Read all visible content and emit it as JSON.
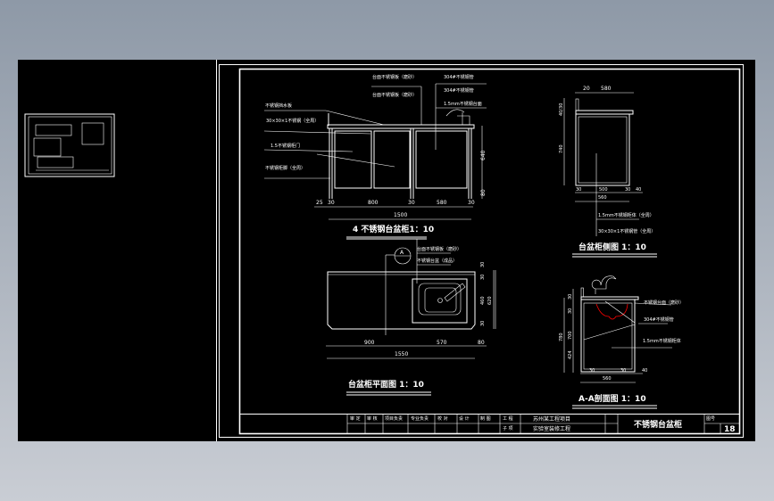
{
  "viewer": {
    "background_top": "#8e99a7",
    "background_bottom": "#c9cdd4",
    "canvas": "#000000",
    "line_color": "#ffffff",
    "highlight_color": "#ff0000"
  },
  "front_view": {
    "title": "4 不锈钢台盆柜1：10",
    "labels": [
      "不锈钢挡水板",
      "30×30×1不锈钢（全周）",
      "1.5不锈钢柜门",
      "不锈钢柜脚（全周）"
    ],
    "top_labels": [
      "台面不锈钢板（磨砂）",
      "台面不锈钢板（磨砂）",
      "304#不锈钢管",
      "304#不锈钢管",
      "1.5mm不锈钢台面"
    ],
    "dims": {
      "d1": "25",
      "d2": "30",
      "d3": "800",
      "d4": "30",
      "d5": "580",
      "d6": "30",
      "total": "1500",
      "h1": "640",
      "h2": "80"
    }
  },
  "side_view": {
    "title": "台盆柜侧图 1：10",
    "dims": {
      "top1": "20",
      "top2": "580",
      "left1": "40/30",
      "left2": "740",
      "b1": "30",
      "b2": "500",
      "b3": "30",
      "b4": "40",
      "total": "560"
    },
    "labels": [
      "1.5mm不锈钢柜体（全周）",
      "30×30×1不锈钢管（全周）"
    ]
  },
  "plan_view": {
    "title": "台盆柜平面图 1：10",
    "marker": "A",
    "labels": [
      "台面不锈钢板（磨砂）",
      "不锈钢台盆（成品）"
    ],
    "dims": {
      "d1": "900",
      "d2": "570",
      "d3": "80",
      "total": "1550",
      "r1": "30",
      "r2": "30",
      "r3": "460",
      "r4": "30",
      "rtotal": "620"
    }
  },
  "section_view": {
    "title": "A-A剖面图 1：10",
    "labels": [
      "不锈钢台面（磨砂）",
      "304#不锈钢管",
      "1.5mm不锈钢柜体"
    ],
    "dims": {
      "l1": "780",
      "l2": "30",
      "l3": "30",
      "l4": "700",
      "l5": "424",
      "b1": "30",
      "b2": "30",
      "b3": "40",
      "total": "560"
    }
  },
  "title_block": {
    "cells": [
      "审 定",
      "审 核",
      "项目负责",
      "专业负责",
      "校 对",
      "设 计",
      "制 图",
      "工 程",
      "子 项"
    ],
    "project": "苏州某工程项目",
    "subproject": "实验室装修工程",
    "drawing_name": "不锈钢台盆柜",
    "sheet_label": "图号",
    "sheet_number": "18"
  }
}
